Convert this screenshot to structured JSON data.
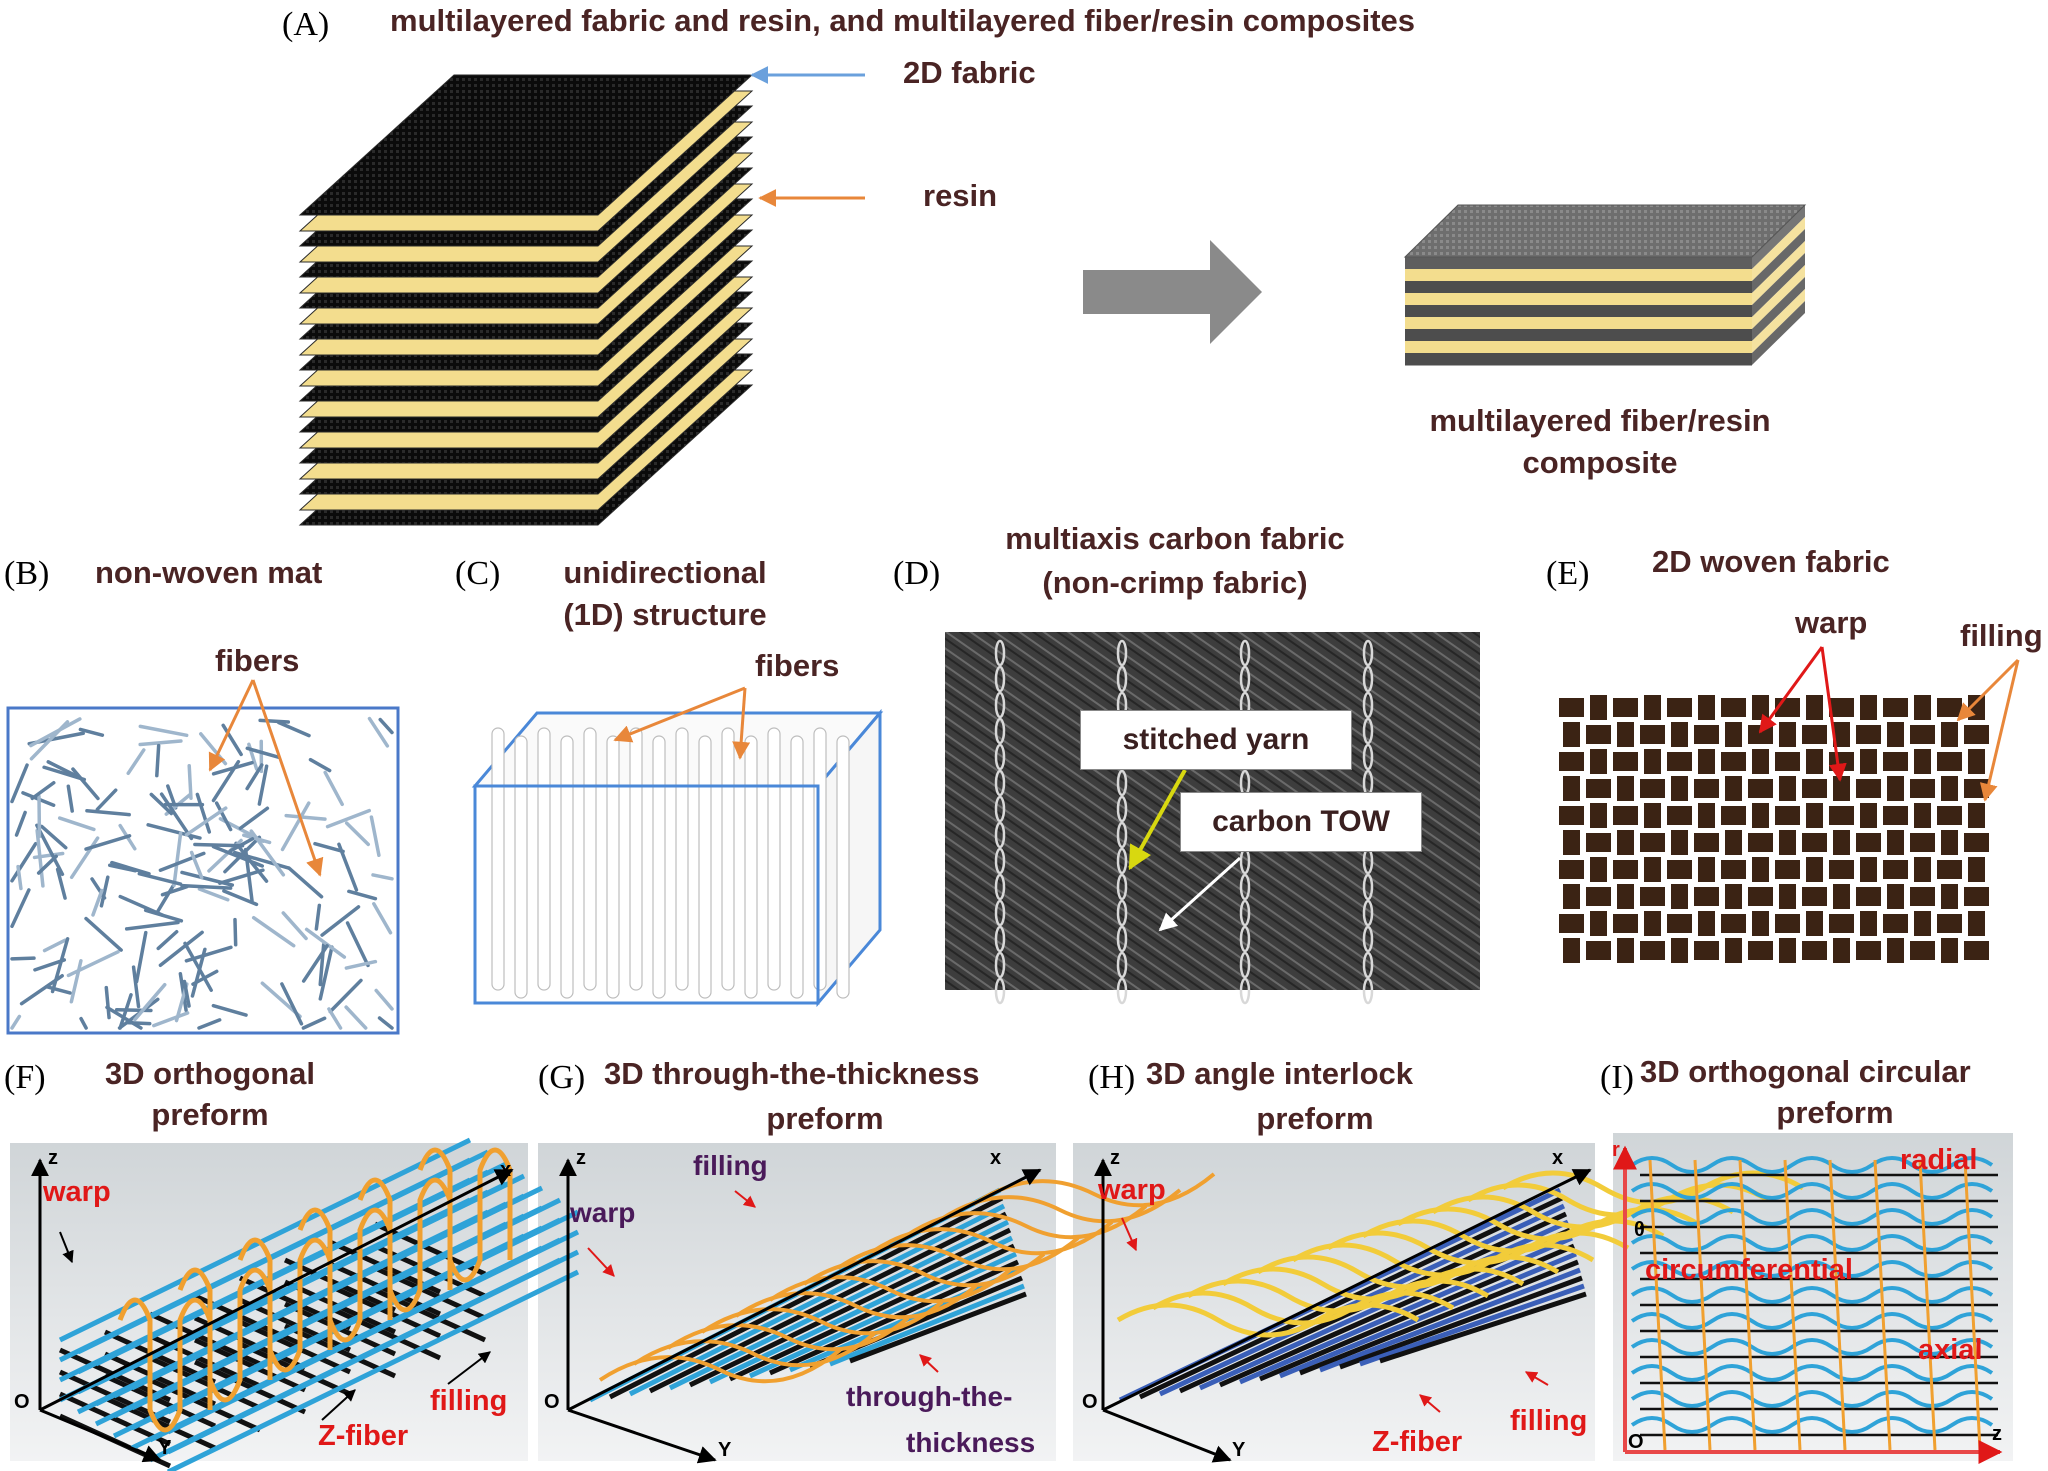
{
  "panel_letters": {
    "A": "(A)",
    "B": "(B)",
    "C": "(C)",
    "D": "(D)",
    "E": "(E)",
    "F": "(F)",
    "G": "(G)",
    "H": "(H)",
    "I": "(I)"
  },
  "panel_a": {
    "title": "multilayered fabric and resin, and multilayered fiber/resin composites",
    "fabric_label": "2D fabric",
    "resin_label": "resin",
    "result_line1": "multilayered fiber/resin",
    "result_line2": "composite"
  },
  "panel_b": {
    "title": "non-woven mat",
    "fibers_label": "fibers"
  },
  "panel_c": {
    "title_line1": "unidirectional",
    "title_line2": "(1D) structure",
    "fibers_label": "fibers"
  },
  "panel_d": {
    "title_line1": "multiaxis carbon fabric",
    "title_line2": "(non-crimp fabric)",
    "stitched_label": "stitched yarn",
    "tow_label": "carbon TOW"
  },
  "panel_e": {
    "title": "2D woven fabric",
    "warp_label": "warp",
    "filling_label": "filling"
  },
  "panel_f": {
    "title_line1": "3D orthogonal",
    "title_line2": "preform",
    "warp": "warp",
    "zfiber": "Z-fiber",
    "filling": "filling",
    "axis_z": "z",
    "axis_x": "x",
    "axis_y": "Y",
    "axis_o": "O"
  },
  "panel_g": {
    "title_line1": "3D through-the-thickness",
    "title_line2": "preform",
    "filling": "filling",
    "warp": "warp",
    "through1": "through-the-",
    "through2": "thickness",
    "axis_z": "z",
    "axis_x": "x",
    "axis_y": "Y",
    "axis_o": "O"
  },
  "panel_h": {
    "title_line1": "3D angle interlock",
    "title_line2": "preform",
    "warp": "warp",
    "zfiber": "Z-fiber",
    "filling": "filling",
    "axis_z": "z",
    "axis_x": "x",
    "axis_y": "Y",
    "axis_o": "O"
  },
  "panel_i": {
    "title_line1": "3D orthogonal circular",
    "title_line2": "preform",
    "radial": "radial",
    "circumferential": "circumferential",
    "axial": "axial",
    "axis_r": "r",
    "axis_theta": "θ",
    "axis_z": "z",
    "axis_o": "O"
  },
  "colors": {
    "fabric": "#0d0d0d",
    "resin": "#f3dd8e",
    "blue_arrow": "#6aa0dc",
    "orange": "#e8873a",
    "brown": "#3b2314",
    "tow_blue": "#2fa3d8",
    "tow_orange": "#f0a030",
    "tow_yellow": "#f2cc3a",
    "label_red": "#e01818"
  }
}
